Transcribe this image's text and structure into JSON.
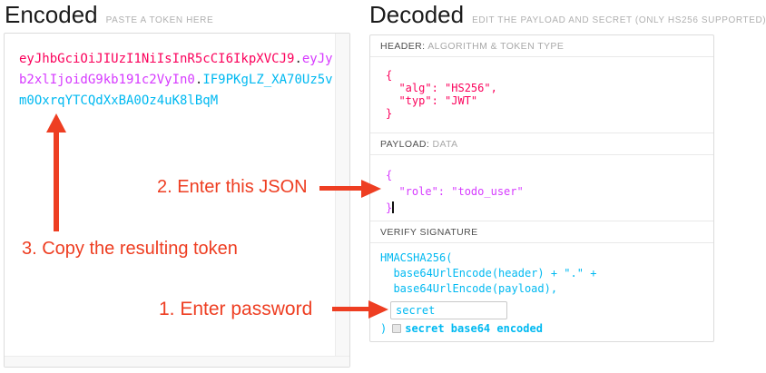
{
  "encoded": {
    "title": "Encoded",
    "subtitle": "PASTE A TOKEN HERE",
    "token_header": "eyJhbGciOiJIUzI1NiIsInR5cCI6IkpXVCJ9",
    "dot1": ".",
    "token_payload": "eyJyb2xlIjoidG9kb191c2VyIn0",
    "dot2": ".",
    "token_signature": "IF9PKgLZ_XA70Uz5vm0OxrqYTCQdXxBA0Oz4uK8lBqM"
  },
  "decoded": {
    "title": "Decoded",
    "subtitle": "EDIT THE PAYLOAD AND SECRET (ONLY HS256 SUPPORTED)",
    "header_label": "HEADER:",
    "header_label_desc": " ALGORITHM & TOKEN TYPE",
    "header_json": "{\n  \"alg\": \"HS256\",\n  \"typ\": \"JWT\"\n}",
    "payload_label": "PAYLOAD:",
    "payload_label_desc": " DATA",
    "payload_json": "{\n  \"role\": \"todo_user\"\n}",
    "verify_label": "VERIFY SIGNATURE",
    "verify_code_line1": "HMACSHA256(",
    "verify_code_line2": "  base64UrlEncode(header) + \".\" +",
    "verify_code_line3": "  base64UrlEncode(payload),",
    "secret_value": "secret",
    "verify_close_paren": ")",
    "checkbox_label": "secret base64 encoded"
  },
  "annotations": {
    "step1": "1. Enter password",
    "step2": "2. Enter this JSON",
    "step3": "3. Copy the resulting token"
  },
  "colors": {
    "token_header": "#fb015b",
    "token_payload": "#d63aff",
    "token_signature": "#00b9f1",
    "annotation": "#ee3e22"
  }
}
